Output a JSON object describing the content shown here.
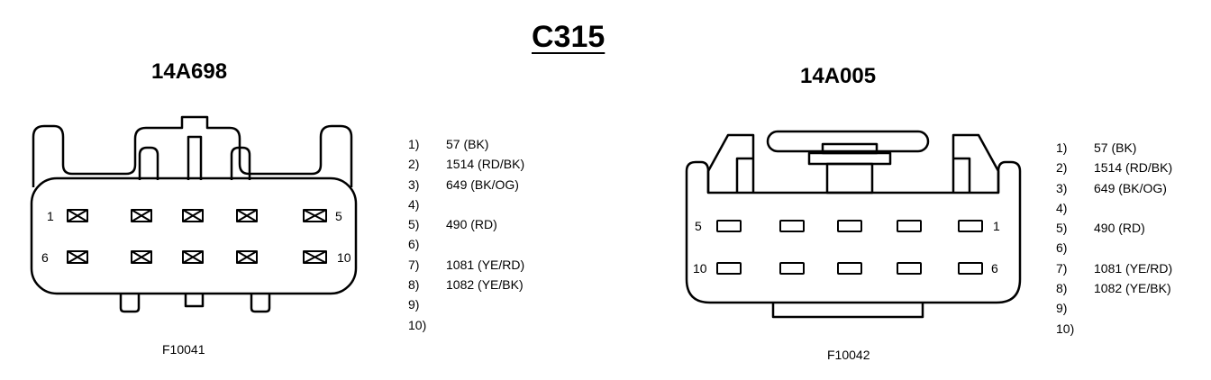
{
  "connector_id": "C315",
  "left": {
    "part_number": "14A698",
    "figure_code": "F10041",
    "cavity_labels": [
      "1",
      "5",
      "6",
      "10"
    ],
    "pins": [
      {
        "num": "1)",
        "desc": "57 (BK)"
      },
      {
        "num": "2)",
        "desc": "1514 (RD/BK)"
      },
      {
        "num": "3)",
        "desc": "649 (BK/OG)"
      },
      {
        "num": "4)",
        "desc": ""
      },
      {
        "num": "5)",
        "desc": "490 (RD)"
      },
      {
        "num": "6)",
        "desc": ""
      },
      {
        "num": "7)",
        "desc": "1081 (YE/RD)"
      },
      {
        "num": "8)",
        "desc": "1082 (YE/BK)"
      },
      {
        "num": "9)",
        "desc": ""
      },
      {
        "num": "10)",
        "desc": ""
      }
    ]
  },
  "right": {
    "part_number": "14A005",
    "figure_code": "F10042",
    "cavity_labels": [
      "5",
      "1",
      "10",
      "6"
    ],
    "pins": [
      {
        "num": "1)",
        "desc": "57 (BK)"
      },
      {
        "num": "2)",
        "desc": "1514 (RD/BK)"
      },
      {
        "num": "3)",
        "desc": "649 (BK/OG)"
      },
      {
        "num": "4)",
        "desc": ""
      },
      {
        "num": "5)",
        "desc": "490 (RD)"
      },
      {
        "num": "6)",
        "desc": ""
      },
      {
        "num": "7)",
        "desc": "1081 (YE/RD)"
      },
      {
        "num": "8)",
        "desc": "1082 (YE/BK)"
      },
      {
        "num": "9)",
        "desc": ""
      },
      {
        "num": "10)",
        "desc": ""
      }
    ]
  }
}
